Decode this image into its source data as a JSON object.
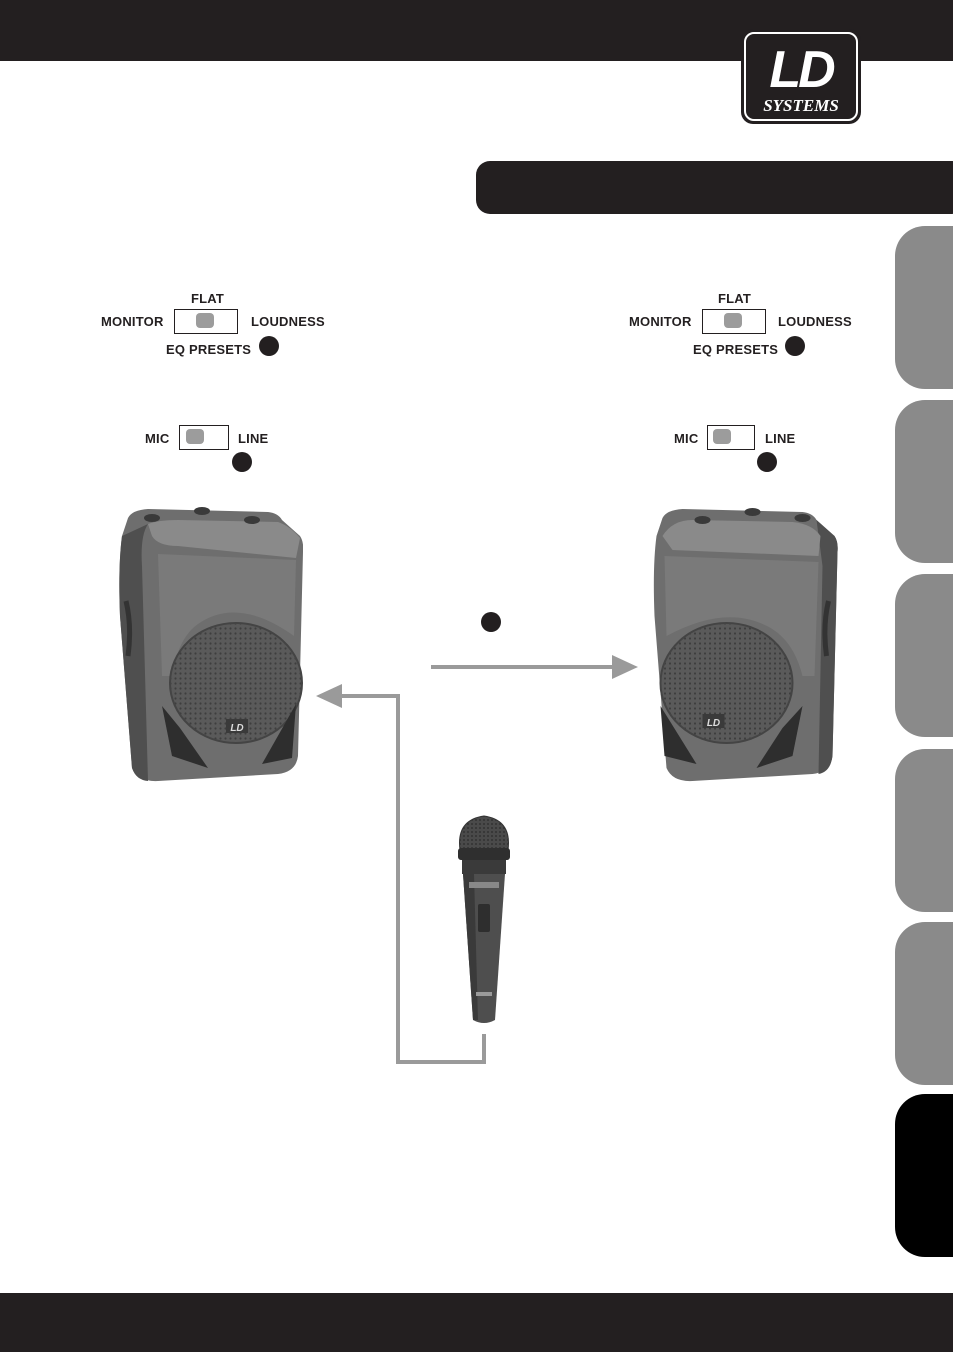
{
  "brand": {
    "logo_text_main": "LD",
    "logo_text_sub": "SYSTEMS",
    "speaker_badge": "LD"
  },
  "left_panel": {
    "eq": {
      "top_label": "FLAT",
      "left_label": "MONITOR",
      "right_label": "LOUDNESS",
      "caption": "EQ PRESETS"
    },
    "input": {
      "left_label": "MIC",
      "right_label": "LINE"
    }
  },
  "right_panel": {
    "eq": {
      "top_label": "FLAT",
      "left_label": "MONITOR",
      "right_label": "LOUDNESS",
      "caption": "EQ PRESETS"
    },
    "input": {
      "left_label": "MIC",
      "right_label": "LINE"
    }
  },
  "side_tabs": {
    "count": 6,
    "active_index": 5
  },
  "colors": {
    "bar": "#231f20",
    "tab": "#8a8a8a",
    "tab_active": "#000000",
    "cable": "#9a9a9a"
  }
}
